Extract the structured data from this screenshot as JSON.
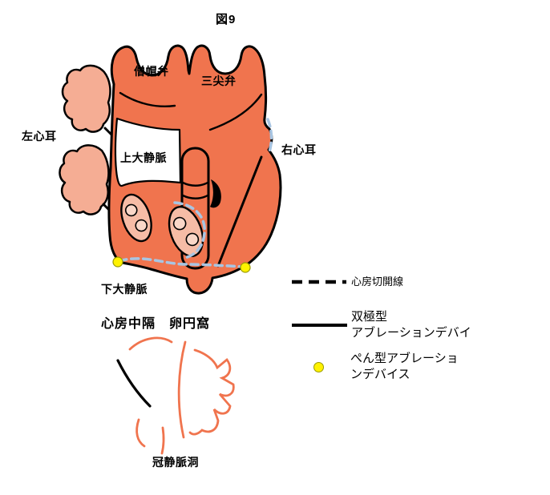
{
  "figure": {
    "title": "図9"
  },
  "diagram": {
    "labels": {
      "mitral_valve": "僧帽弁",
      "tricuspid_valve": "三尖弁",
      "left_atrial_appendage": "左心耳",
      "superior_vena_cava": "上大静脈",
      "right_atrial_appendage": "右心耳",
      "inferior_vena_cava": "下大静脈",
      "atrial_septum_fossa_ovalis": "心房中隔　卵円窩",
      "coronary_sinus": "冠静脈洞"
    },
    "colors": {
      "heart_body": "#F0744E",
      "appendage": "#F5AD94",
      "vein_ostium": "#F6BCA6",
      "vein_ostium_inner": "#FAD7C8",
      "incision_line": "#A8C5E2",
      "marker_dot": "#FFF200",
      "sketch_stroke": "#F0744E"
    }
  },
  "legend": {
    "items": [
      {
        "id": "incision-line",
        "symbol": "dashed-line-icon",
        "lines": [
          "心房切開線"
        ]
      },
      {
        "id": "bipolar-ablation-device",
        "symbol": "solid-line-icon",
        "lines": [
          "双極型",
          "アブレーションデバイ"
        ]
      },
      {
        "id": "pen-ablation-device",
        "symbol": "yellow-dot-icon",
        "lines": [
          "ぺん型アブレーショ",
          "ンデバイス"
        ]
      }
    ]
  }
}
